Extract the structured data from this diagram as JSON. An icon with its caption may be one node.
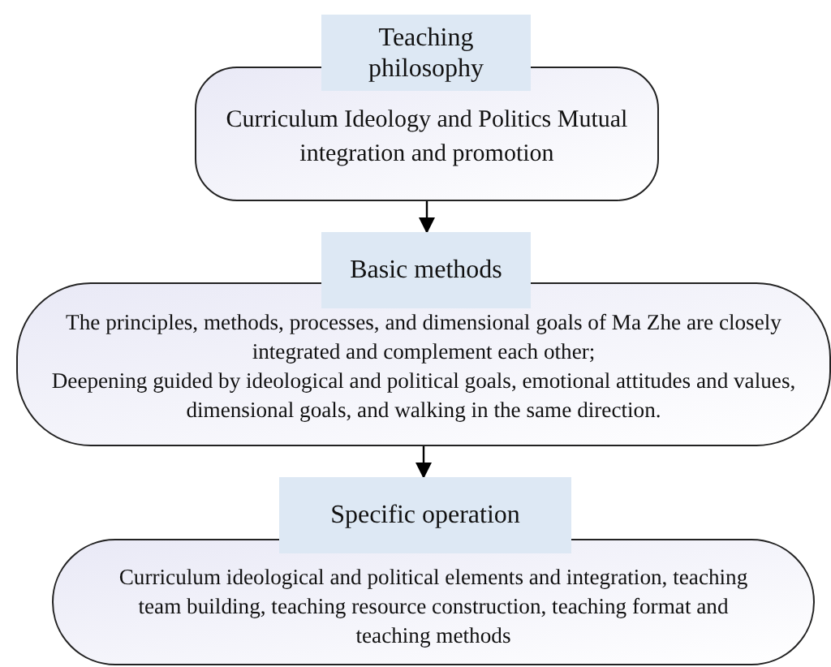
{
  "diagram": {
    "nodes": [
      {
        "text": [
          "Teaching philosophy"
        ]
      },
      {
        "text": [
          "Curriculum Ideology and Politics Mutual integration and promotion"
        ]
      },
      {
        "text": [
          "Basic methods"
        ]
      },
      {
        "text": [
          "The principles, methods, processes, and dimensional goals of Ma Zhe are closely integrated and complement each other;",
          "Deepening guided by ideological and political goals, emotional attitudes and values, dimensional goals, and walking in the same direction."
        ]
      },
      {
        "text": [
          "Specific operation"
        ]
      },
      {
        "text": [
          "Curriculum ideological and political elements and integration, teaching team building, teaching resource construction, teaching format and teaching methods"
        ]
      }
    ],
    "edges": [
      {
        "from": 1,
        "to": 2,
        "arrow": "to"
      },
      {
        "from": 3,
        "to": 4,
        "arrow": "to"
      }
    ]
  }
}
